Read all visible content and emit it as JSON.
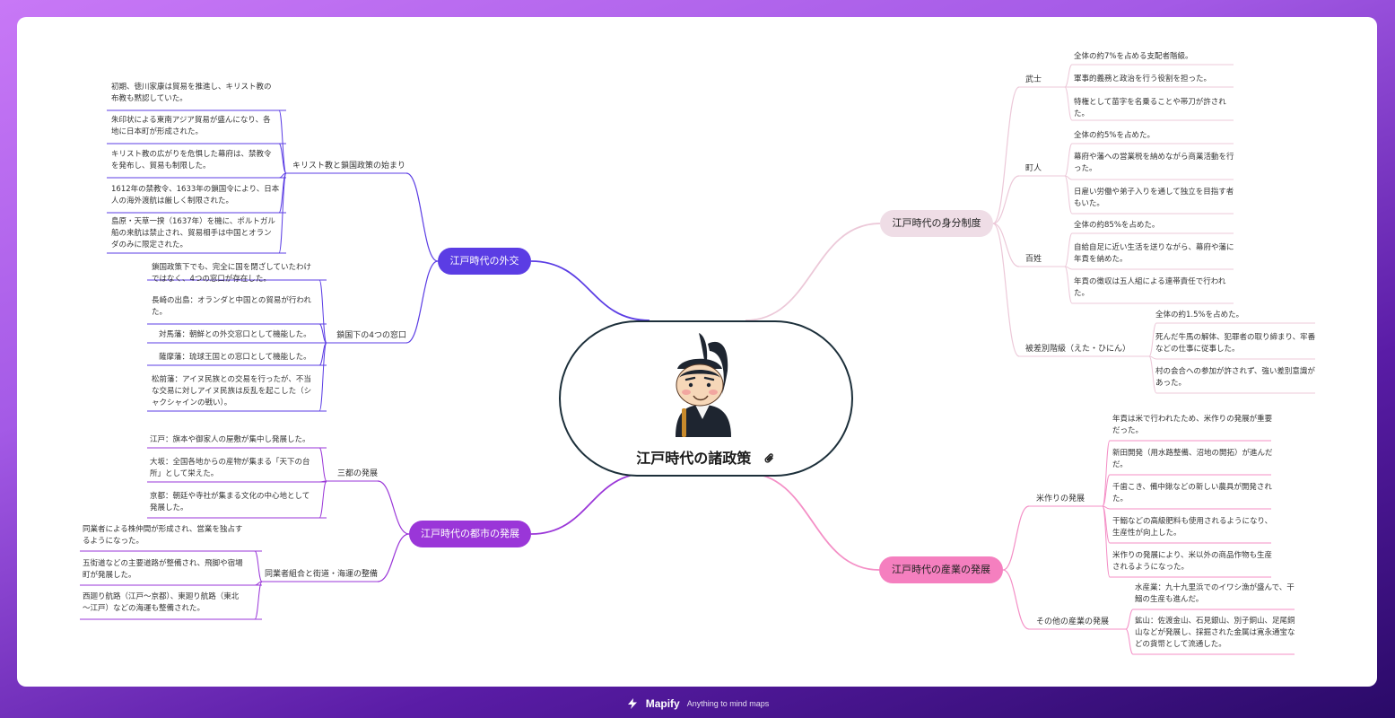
{
  "center": {
    "title": "江戸時代の諸政策",
    "clip_icon": "paperclip-icon",
    "illustration": "samurai-illustration"
  },
  "branches": [
    {
      "id": "b1",
      "label": "江戸時代の外交",
      "fill": "#5b3de4",
      "text_color": "#ffffff",
      "line_color": "#5b3de4",
      "subs": [
        {
          "label": "キリスト教と鎖国政策の始まり",
          "leaves": [
            "初期、徳川家康は貿易を推進し、キリスト教の\n布教も黙認していた。",
            "朱印状による東南アジア貿易が盛んになり、各\n地に日本町が形成された。",
            "キリスト教の広がりを危惧した幕府は、禁教令\nを発布し、貿易も制限した。",
            "1612年の禁教令、1633年の鎖国令により、日本\n人の海外渡航は厳しく制限された。",
            "島原・天草一揆（1637年）を機に、ポルトガル\n船の来航は禁止され、貿易相手は中国とオラン\nダのみに限定された。"
          ]
        },
        {
          "label": "鎖国下の4つの窓口",
          "leaves": [
            "鎖国政策下でも、完全に国を閉ざしていたわけ\nではなく、4つの窓口が存在した。",
            "長崎の出島：オランダと中国との貿易が行われ\nた。",
            "対馬藩：朝鮮との外交窓口として機能した。",
            "薩摩藩：琉球王国との窓口として機能した。",
            "松前藩：アイヌ民族との交易を行ったが、不当\nな交易に対しアイヌ民族は反乱を起こした（シ\nャクシャインの戦い）。"
          ]
        }
      ]
    },
    {
      "id": "b2",
      "label": "江戸時代の都市の発展",
      "fill": "#9a36d8",
      "text_color": "#ffffff",
      "line_color": "#9a36d8",
      "subs": [
        {
          "label": "三都の発展",
          "leaves": [
            "江戸：旗本や御家人の屋敷が集中し発展した。",
            "大坂：全国各地からの産物が集まる「天下の台\n所」として栄えた。",
            "京都：朝廷や寺社が集まる文化の中心地として\n発展した。"
          ]
        },
        {
          "label": "同業者組合と街道・海運の整備",
          "leaves": [
            "同業者による株仲間が形成され、営業を独占す\nるようになった。",
            "五街道などの主要道路が整備され、飛脚や宿場\n町が発展した。",
            "西廻り航路（江戸～京都）、東廻り航路（東北\n～江戸）などの海運も整備された。"
          ]
        }
      ]
    },
    {
      "id": "b3",
      "label": "江戸時代の身分制度",
      "fill": "#efdde6",
      "text_color": "#222222",
      "line_color": "#ecc8d8",
      "subs": [
        {
          "label": "武士",
          "leaves": [
            "全体の約7%を占める支配者階級。",
            "軍事的義務と政治を行う役割を担った。",
            "特権として苗字を名乗ることや帯刀が許され\nた。"
          ]
        },
        {
          "label": "町人",
          "leaves": [
            "全体の約5%を占めた。",
            "幕府や藩への営業税を納めながら商業活動を行\nった。",
            "日雇い労働や弟子入りを通して独立を目指す者\nもいた。"
          ]
        },
        {
          "label": "百姓",
          "leaves": [
            "全体の約85%を占めた。",
            "自給自足に近い生活を送りながら、幕府や藩に\n年貢を納めた。",
            "年貢の徴収は五人組による連帯責任で行われ\nた。"
          ]
        },
        {
          "label": "被差別階級（えた・ひにん）",
          "leaves": [
            "全体の約1.5%を占めた。",
            "死んだ牛馬の解体、犯罪者の取り締まり、牢番\nなどの仕事に従事した。",
            "村の会合への参加が許されず、強い差別意識が\nあった。"
          ]
        }
      ]
    },
    {
      "id": "b4",
      "label": "江戸時代の産業の発展",
      "fill": "#f57fbf",
      "text_color": "#222222",
      "line_color": "#f48fc6",
      "subs": [
        {
          "label": "米作りの発展",
          "leaves": [
            "年貢は米で行われたため、米作りの発展が重要\nだった。",
            "新田開発（用水路整備、沼地の開拓）が進んだ\nだ。",
            "千歯こき、備中鍬などの新しい農具が開発され\nた。",
            "干鰯などの高級肥料も使用されるようになり、\n生産性が向上した。",
            "米作りの発展により、米以外の商品作物も生産\nされるようになった。"
          ]
        },
        {
          "label": "その他の産業の発展",
          "leaves": [
            "水産業：九十九里浜でのイワシ漁が盛んで、干\n鰯の生産も進んだ。",
            "鉱山：佐渡金山、石見銀山、別子銅山、足尾銅\n山などが発展し、採掘された金属は寛永通宝な\nどの貨幣として流通した。"
          ]
        }
      ]
    }
  ],
  "footer": {
    "brand": "Mapify",
    "tagline": "Anything to mind maps",
    "logo_icon": "lightning-bolt-icon"
  }
}
